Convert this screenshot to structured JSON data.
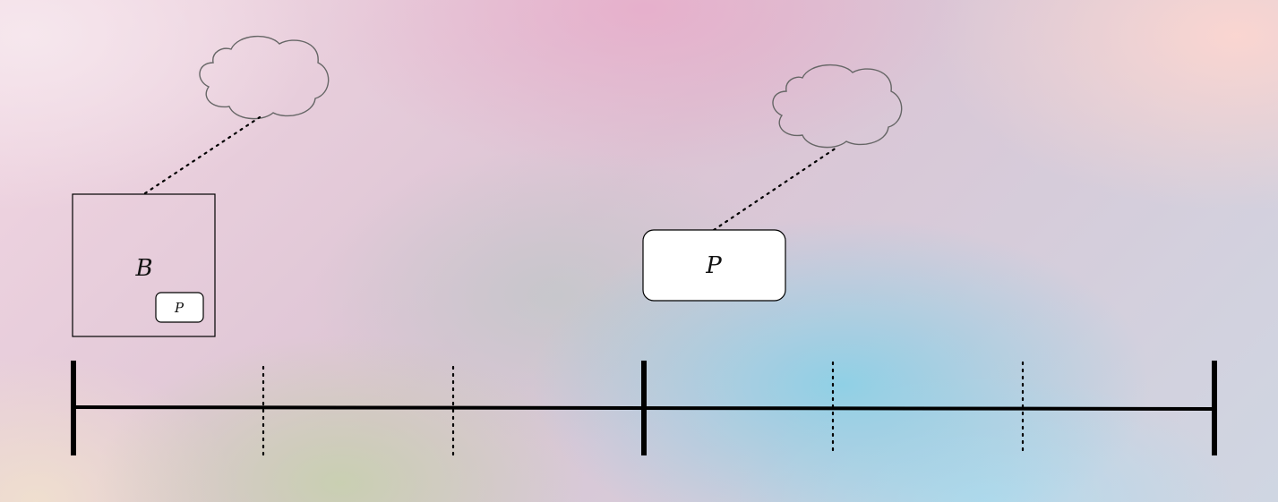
{
  "background_colors": [
    "#f2d6e2",
    "#e8a8c8",
    "#fcd6d0",
    "#8cd0e6",
    "#c8d0b0",
    "#f0e0ce"
  ],
  "stroke_color": "#000000",
  "cloud_stroke_color": "#666666",
  "box_label": "B",
  "small_box_label": "P",
  "standalone_box_label": "P",
  "timeline": {
    "major_tick_count": 3,
    "minor_ticks_per_segment": 2
  }
}
